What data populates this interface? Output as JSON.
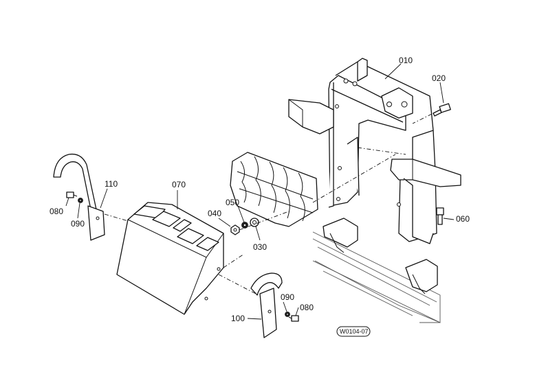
{
  "callouts": {
    "p010": "010",
    "p020": "020",
    "p030": "030",
    "p040": "040",
    "p050": "050",
    "p060": "060",
    "p070": "070",
    "p080a": "080",
    "p080b": "080",
    "p090a": "090",
    "p090b": "090",
    "p100": "100",
    "p110": "110"
  },
  "drawing_code": "W0104-07"
}
